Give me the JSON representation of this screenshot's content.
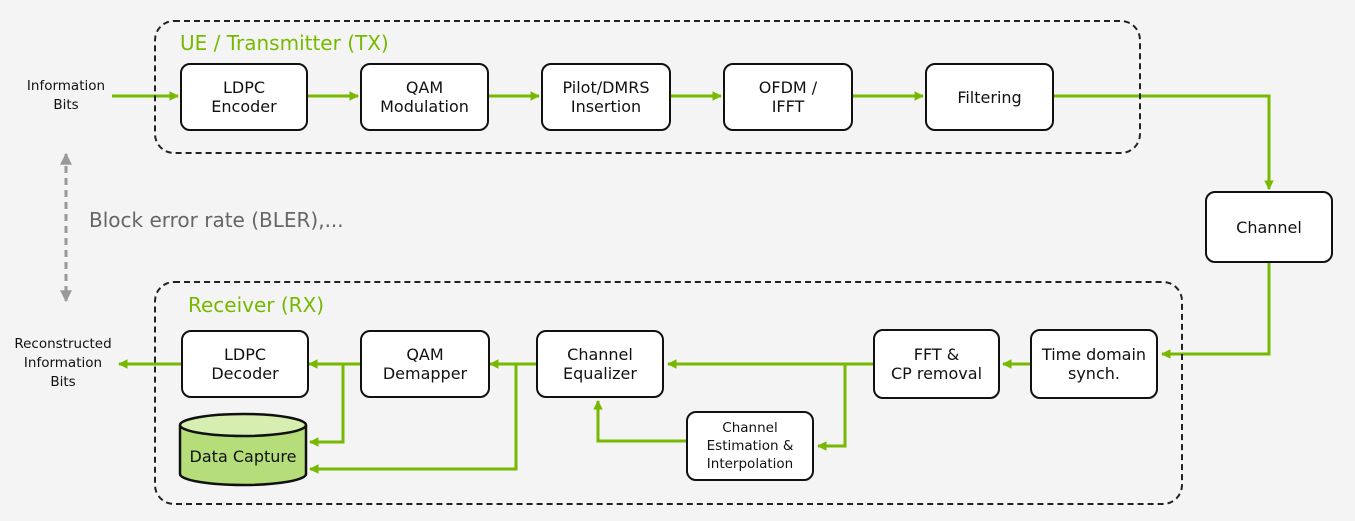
{
  "tx": {
    "title": "UE / Transmitter (TX)",
    "input_label": "Information\nBits",
    "blocks": {
      "ldpc_encoder": "LDPC\nEncoder",
      "qam_modulation": "QAM\nModulation",
      "pilot_insertion": "Pilot/DMRS\nInsertion",
      "ofdm_ifft": "OFDM /\nIFFT",
      "filtering": "Filtering"
    }
  },
  "channel": {
    "label": "Channel"
  },
  "metric": {
    "label": "Block error rate (BLER),..."
  },
  "rx": {
    "title": "Receiver (RX)",
    "output_label": "Reconstructed\nInformation\nBits",
    "blocks": {
      "time_sync": "Time domain\nsynch.",
      "fft_cp": "FFT &\nCP removal",
      "channel_estimation": "Channel\nEstimation &\nInterpolation",
      "channel_equalizer": "Channel\nEqualizer",
      "qam_demapper": "QAM\nDemapper",
      "ldpc_decoder": "LDPC\nDecoder",
      "data_capture": "Data Capture"
    }
  },
  "colors": {
    "accent": "#76b900",
    "border": "#111111",
    "metric_arrow": "#999999",
    "cylinder_fill": "#b5de7a"
  }
}
